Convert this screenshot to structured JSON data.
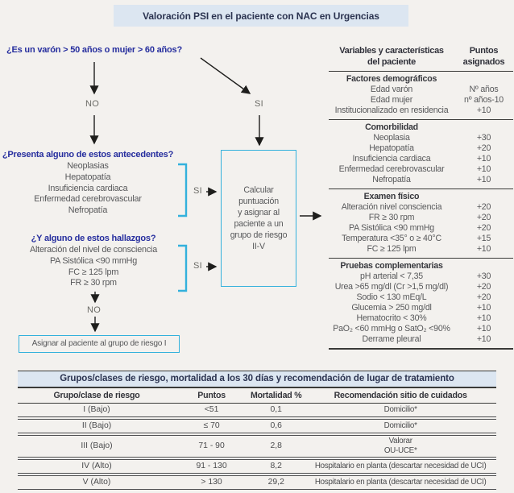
{
  "title": "Valoración PSI en el paciente con NAC en Urgencias",
  "flow": {
    "q1": "¿Es un varón > 50 años o mujer > 60 años?",
    "no1": "NO",
    "si1": "SI",
    "q2": "¿Presenta alguno de estos antecedentes?",
    "q2_items": [
      "Neoplasias",
      "Hepatopatía",
      "Insuficiencia cardiaca",
      "Enfermedad cerebrovascular",
      "Nefropatía"
    ],
    "si2": "SI",
    "q3": "¿Y alguno de estos hallazgos?",
    "q3_items": [
      "Alteración del nivel de consciencia",
      "PA Sistólica <90 mmHg",
      "FC ≥ 125 lpm",
      "FR ≥ 30 rpm"
    ],
    "si3": "SI",
    "no2": "NO",
    "calc_box": "Calcular\npuntuación\ny asignar al\npaciente a un\ngrupo de riesgo\nII-V",
    "group1_box": "Asignar al paciente al grupo de riesgo I"
  },
  "points": {
    "col1": "Variables y características\ndel paciente",
    "col2": "Puntos\nasignados",
    "sections": [
      {
        "name": "Factores demográficos",
        "rows": [
          [
            "Edad varón",
            "Nº años"
          ],
          [
            "Edad mujer",
            "nº años-10"
          ],
          [
            "Institucionalizado en residencia",
            "+10"
          ]
        ]
      },
      {
        "name": "Comorbilidad",
        "rows": [
          [
            "Neoplasia",
            "+30"
          ],
          [
            "Hepatopatía",
            "+20"
          ],
          [
            "Insuficiencia cardiaca",
            "+10"
          ],
          [
            "Enfermedad cerebrovascular",
            "+10"
          ],
          [
            "Nefropatía",
            "+10"
          ]
        ]
      },
      {
        "name": "Examen físico",
        "rows": [
          [
            "Alteración nivel consciencia",
            "+20"
          ],
          [
            "FR ≥ 30 rpm",
            "+20"
          ],
          [
            "PA Sistólica <90 mmHg",
            "+20"
          ],
          [
            "Temperatura <35° o ≥ 40°C",
            "+15"
          ],
          [
            "FC ≥ 125 lpm",
            "+10"
          ]
        ]
      },
      {
        "name": "Pruebas complementarias",
        "rows": [
          [
            "pH arterial < 7,35",
            "+30"
          ],
          [
            "Urea >65 mg/dl (Cr >1,5 mg/dl)",
            "+20"
          ],
          [
            "Sodio < 130 mEq/L",
            "+20"
          ],
          [
            "Glucemia > 250 mg/dl",
            "+10"
          ],
          [
            "Hematocrito < 30%",
            "+10"
          ],
          [
            "PaO₂ <60 mmHg o SatO₂ <90%",
            "+10"
          ],
          [
            "Derrame pleural",
            "+10"
          ]
        ]
      }
    ]
  },
  "risk": {
    "title": "Grupos/clases de riesgo, mortalidad a los 30 días y recomendación de lugar de tratamiento",
    "cols": [
      "Grupo/clase de riesgo",
      "Puntos",
      "Mortalidad %",
      "Recomendación sitio de cuidados"
    ],
    "rows": [
      [
        "I (Bajo)",
        "<51",
        "0,1",
        "Domicilio*"
      ],
      [
        "II (Bajo)",
        "≤ 70",
        "0,6",
        "Domicilio*"
      ],
      [
        "III (Bajo)",
        "71 - 90",
        "2,8",
        "Valorar\nOU-UCE*"
      ],
      [
        "IV (Alto)",
        "91 - 130",
        "8,2",
        "Hospitalario en planta (descartar necesidad de UCI)"
      ],
      [
        "V (Alto)",
        "> 130",
        "29,2",
        "Hospitalario en planta (descartar necesidad de UCI)"
      ]
    ]
  },
  "colors": {
    "background": "#f3f1ee",
    "panel_blue": "#dce6f1",
    "question_blue": "#262e9e",
    "navy": "#2b3350",
    "cyan_accent": "#33b1dc",
    "body_gray": "#57585a"
  }
}
